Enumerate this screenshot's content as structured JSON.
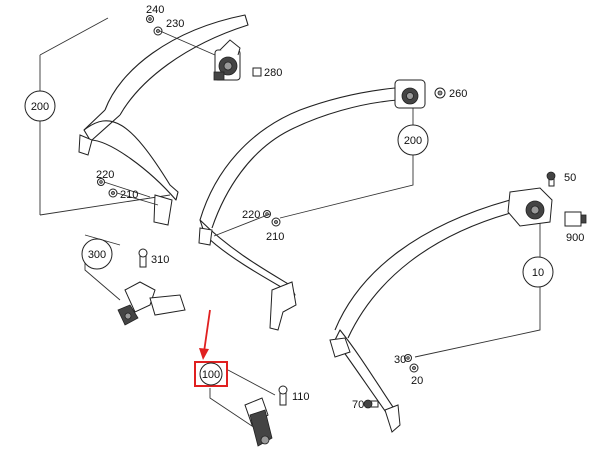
{
  "callouts": {
    "p240": "240",
    "p230": "230",
    "p280": "280",
    "p200a": "200",
    "p220a": "220",
    "p210a": "210",
    "p300": "300",
    "p310": "310",
    "p260": "260",
    "p200b": "200",
    "p220b": "220",
    "p210b": "210",
    "p50": "50",
    "p900": "900",
    "p10": "10",
    "p30": "30",
    "p20": "20",
    "p100": "100",
    "p110": "110",
    "p70": "70"
  },
  "colors": {
    "highlight": "#e02020",
    "line": "#222222"
  }
}
